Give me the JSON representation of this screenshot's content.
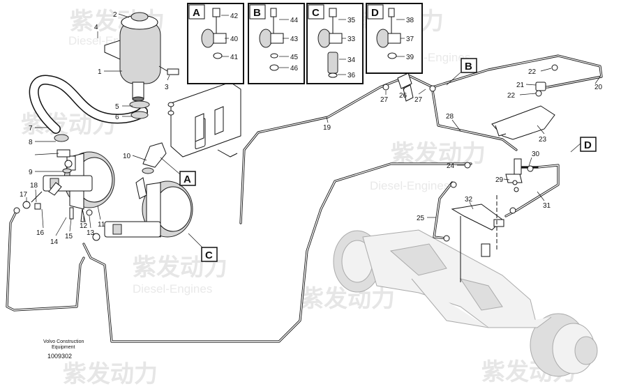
{
  "watermark": {
    "cn": "紫发动力",
    "en": "Diesel-Engines"
  },
  "footer": {
    "maker_line1": "Volvo Construction",
    "maker_line2": "Equipment",
    "drawing_number": "1009302"
  },
  "detail_boxes": [
    {
      "key": "A",
      "labels": [
        "42",
        "40",
        "41"
      ]
    },
    {
      "key": "B",
      "labels": [
        "44",
        "43",
        "45",
        "46"
      ]
    },
    {
      "key": "C",
      "labels": [
        "35",
        "33",
        "34",
        "36"
      ]
    },
    {
      "key": "D",
      "labels": [
        "38",
        "37",
        "39"
      ]
    }
  ],
  "view_callouts": [
    "A",
    "B",
    "C",
    "D"
  ],
  "part_labels": {
    "p1": "1",
    "p2": "2",
    "p3": "3",
    "p4": "4",
    "p5": "5",
    "p6": "6",
    "p7": "7",
    "p8": "8",
    "p9": "9",
    "p10": "10",
    "p11": "11",
    "p12": "12",
    "p13": "13",
    "p14": "14",
    "p15": "15",
    "p16": "16",
    "p17": "17",
    "p18": "18",
    "p19": "19",
    "p20": "20",
    "p21": "21",
    "p22a": "22",
    "p22b": "22",
    "p23": "23",
    "p24": "24",
    "p25": "25",
    "p26": "26",
    "p27a": "27",
    "p27b": "27",
    "p28": "28",
    "p29": "29",
    "p30": "30",
    "p31": "31",
    "p32": "32"
  },
  "colors": {
    "line": "#111111",
    "watermark": "#e6e6e6",
    "axle_outline": "#aaaaaa"
  }
}
